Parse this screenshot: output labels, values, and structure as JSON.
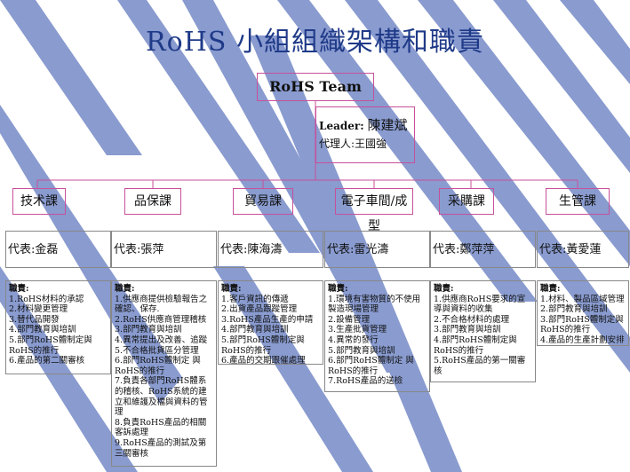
{
  "title": "RoHS 小組組織架構和職責",
  "team": "RoHS Team",
  "leader": {
    "label": "Leader:",
    "name": "陳建斌",
    "deputy_label": "代理人:",
    "deputy_name": "王國強"
  },
  "colors": {
    "box_border": "#c8509a",
    "title": "#1f3a88",
    "stripe": "#2a4aa8"
  },
  "departments": [
    {
      "name": "技术課",
      "representative": "代表:金磊",
      "duties_heading": "職責:",
      "duties": [
        "1.RoHS材料的承認",
        "2.材料變更管理",
        "3.替代品開發",
        "4.部門教育與培訓",
        "5.部門RoHS體制定與",
        "RoHS的推行",
        "6.產品的第二關審核"
      ]
    },
    {
      "name": "品保課",
      "representative": "代表:張萍",
      "duties_heading": "職責:",
      "duties": [
        "1.供應商提供檢驗報告之",
        "確認、保存.",
        "2.RoHS供應商管理稽核",
        "3.部門教育與培訓",
        "4.異常提出及改善、追蹤",
        "5.不合格批貨區分管理",
        "6.部門RoHS體制定 與",
        "RoHS的推行",
        "7.負責各部門RoHS體系",
        "的稽核、RoHS系統的建",
        "立和維護及檔與資料的管",
        "理",
        "8.負責RoHS產品的相關",
        "客訴處理",
        "9.RoHS產品的測試及第",
        "三關審核"
      ]
    },
    {
      "name": "貿易課",
      "representative": "代表:陳海濤",
      "duties_heading": "職責:",
      "duties": [
        "1.客戶資訊的傳遞",
        "2.出貨產品跟蹤管理",
        "3.RoHS產品生產的申請",
        "4.部門教育與培訓",
        "5.部門RoHS體制定與",
        "RoHS的推行",
        "6.產品的交期跟催處理"
      ]
    },
    {
      "name": "電子車間/成型",
      "representative": "代表:雷光濤",
      "duties_heading": "職責:",
      "duties": [
        "1.環境有害物質的不使用",
        "製造現場管理",
        "2.設備管理",
        "3.生產批貨管理",
        "4.異常的發行",
        "5.部門教育與培訓",
        "6.部門RoHS體制定 與",
        "RoHS的推行",
        "7.RoHS產品的送檢"
      ]
    },
    {
      "name": "采購課",
      "representative": "代表:鄭萍萍",
      "duties_heading": "職責:",
      "duties": [
        "1.供應商RoHS要求的宣",
        "導與資料的收集",
        "2.不合格材料的處理",
        "3.部門教育與培訓",
        "4.部門RoHS體制定與",
        "RoHS的推行",
        "5.RoHS產品的第一關審",
        "核"
      ]
    },
    {
      "name": "生管課",
      "representative": "代表:黃愛蓮",
      "duties_heading": "職責:",
      "duties": [
        "1.材料、製品區域管理",
        "2.部門教育與培訓",
        "3.部門RoHS體制定與",
        "RoHS的推行",
        "4.產品的生產計劃安排"
      ]
    }
  ]
}
